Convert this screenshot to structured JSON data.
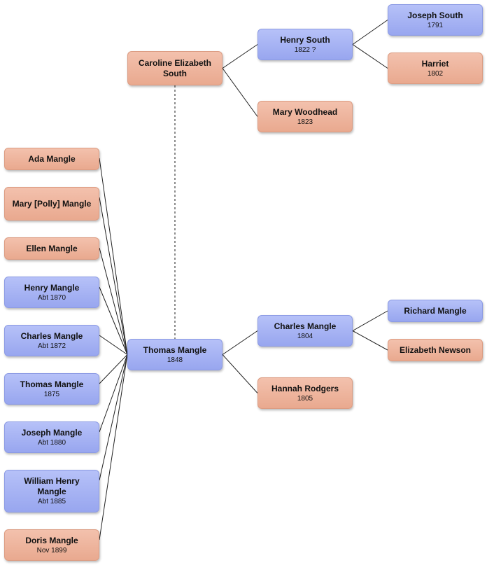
{
  "people": [
    {
      "id": "caroline",
      "name": "Caroline Elizabeth South",
      "date": "",
      "gender": "female"
    },
    {
      "id": "henry-south",
      "name": "Henry South",
      "date": "1822 ?",
      "gender": "male"
    },
    {
      "id": "joseph-south",
      "name": "Joseph South",
      "date": "1791",
      "gender": "male"
    },
    {
      "id": "harriet",
      "name": "Harriet",
      "date": "1802",
      "gender": "female"
    },
    {
      "id": "mary-woodhead",
      "name": "Mary Woodhead",
      "date": "1823",
      "gender": "female"
    },
    {
      "id": "ada",
      "name": "Ada Mangle",
      "date": "",
      "gender": "female"
    },
    {
      "id": "mary-polly",
      "name": "Mary [Polly] Mangle",
      "date": "",
      "gender": "female"
    },
    {
      "id": "ellen",
      "name": "Ellen Mangle",
      "date": "",
      "gender": "female"
    },
    {
      "id": "henry-mangle",
      "name": "Henry Mangle",
      "date": "Abt 1870",
      "gender": "male"
    },
    {
      "id": "charles-mangle-child",
      "name": "Charles Mangle",
      "date": "Abt 1872",
      "gender": "male"
    },
    {
      "id": "thomas-child",
      "name": "Thomas Mangle",
      "date": "1875",
      "gender": "male"
    },
    {
      "id": "joseph-mangle",
      "name": "Joseph Mangle",
      "date": "Abt 1880",
      "gender": "male"
    },
    {
      "id": "william-henry",
      "name": "William Henry Mangle",
      "date": "Abt 1885",
      "gender": "male"
    },
    {
      "id": "doris",
      "name": "Doris Mangle",
      "date": "Nov 1899",
      "gender": "female"
    },
    {
      "id": "thomas-main",
      "name": "Thomas Mangle",
      "date": "1848",
      "gender": "male"
    },
    {
      "id": "charles-father",
      "name": "Charles Mangle",
      "date": "1804",
      "gender": "male"
    },
    {
      "id": "richard",
      "name": "Richard Mangle",
      "date": "",
      "gender": "male"
    },
    {
      "id": "elizabeth-newson",
      "name": "Elizabeth Newson",
      "date": "",
      "gender": "female"
    },
    {
      "id": "hannah",
      "name": "Hannah Rodgers",
      "date": "1805",
      "gender": "female"
    }
  ],
  "links": [
    {
      "from": "caroline",
      "to": "henry-south",
      "kind": "parent"
    },
    {
      "from": "caroline",
      "to": "mary-woodhead",
      "kind": "parent"
    },
    {
      "from": "henry-south",
      "to": "joseph-south",
      "kind": "parent"
    },
    {
      "from": "henry-south",
      "to": "harriet",
      "kind": "parent"
    },
    {
      "from": "thomas-main",
      "to": "charles-father",
      "kind": "parent"
    },
    {
      "from": "thomas-main",
      "to": "hannah",
      "kind": "parent"
    },
    {
      "from": "charles-father",
      "to": "richard",
      "kind": "parent"
    },
    {
      "from": "charles-father",
      "to": "elizabeth-newson",
      "kind": "parent"
    },
    {
      "from": "thomas-main",
      "to": "ada",
      "kind": "child"
    },
    {
      "from": "thomas-main",
      "to": "mary-polly",
      "kind": "child"
    },
    {
      "from": "thomas-main",
      "to": "ellen",
      "kind": "child"
    },
    {
      "from": "thomas-main",
      "to": "henry-mangle",
      "kind": "child"
    },
    {
      "from": "thomas-main",
      "to": "charles-mangle-child",
      "kind": "child"
    },
    {
      "from": "thomas-main",
      "to": "thomas-child",
      "kind": "child"
    },
    {
      "from": "thomas-main",
      "to": "joseph-mangle",
      "kind": "child"
    },
    {
      "from": "thomas-main",
      "to": "william-henry",
      "kind": "child"
    },
    {
      "from": "thomas-main",
      "to": "doris",
      "kind": "child"
    },
    {
      "from": "caroline",
      "to": "thomas-main",
      "kind": "spouse"
    }
  ]
}
